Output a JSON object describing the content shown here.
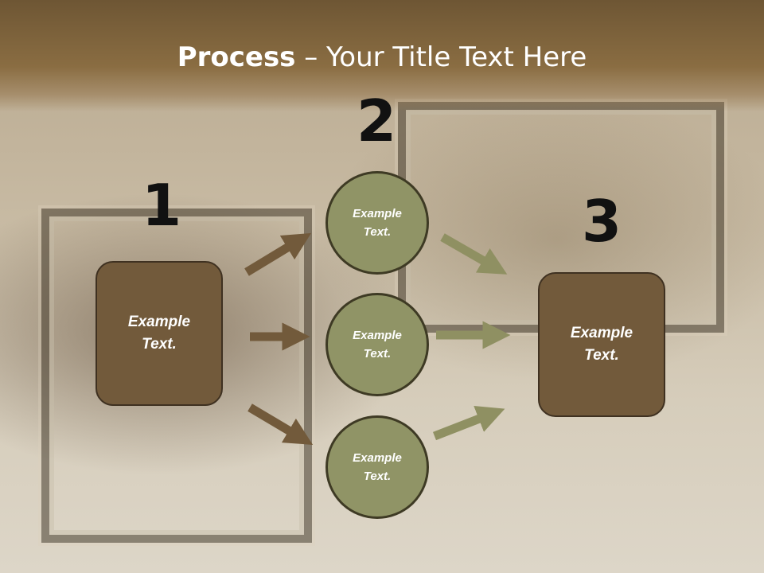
{
  "title": {
    "bold": "Process",
    "rest": " – Your Title Text Here"
  },
  "steps": [
    {
      "number": "1",
      "label": "Example Text."
    },
    {
      "number": "2",
      "label": "Example Text."
    },
    {
      "number": "3",
      "label": "Example Text."
    }
  ],
  "circles": [
    {
      "label": "Example Text."
    },
    {
      "label": "Example Text."
    },
    {
      "label": "Example Text."
    }
  ],
  "colors": {
    "box": "#725a3b",
    "circle": "#909466",
    "arrow_brown": "#725a3b",
    "arrow_olive": "#8f9062",
    "header": "#7d6239"
  }
}
